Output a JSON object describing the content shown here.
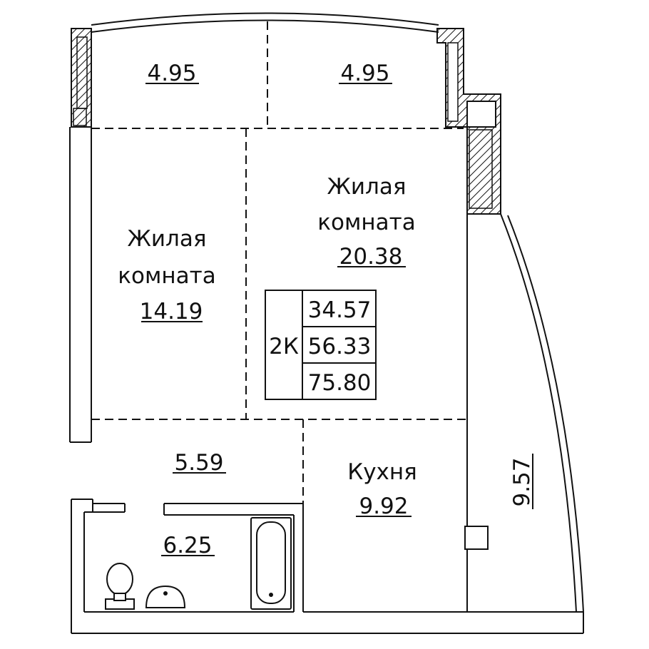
{
  "rooms": {
    "balcony_left": {
      "area": "4.95"
    },
    "balcony_right": {
      "area": "4.95"
    },
    "living_left": {
      "name_line1": "Жилая",
      "name_line2": "комната",
      "area": "14.19"
    },
    "living_right": {
      "name_line1": "Жилая",
      "name_line2": "комната",
      "area": "20.38"
    },
    "hall": {
      "area": "5.59"
    },
    "bathroom": {
      "area": "6.25"
    },
    "kitchen": {
      "name": "Кухня",
      "area": "9.92"
    },
    "loggia": {
      "area": "9.57"
    }
  },
  "summary": {
    "type": "2К",
    "living_area": "34.57",
    "total_area": "56.33",
    "area_with_balconies": "75.80"
  }
}
